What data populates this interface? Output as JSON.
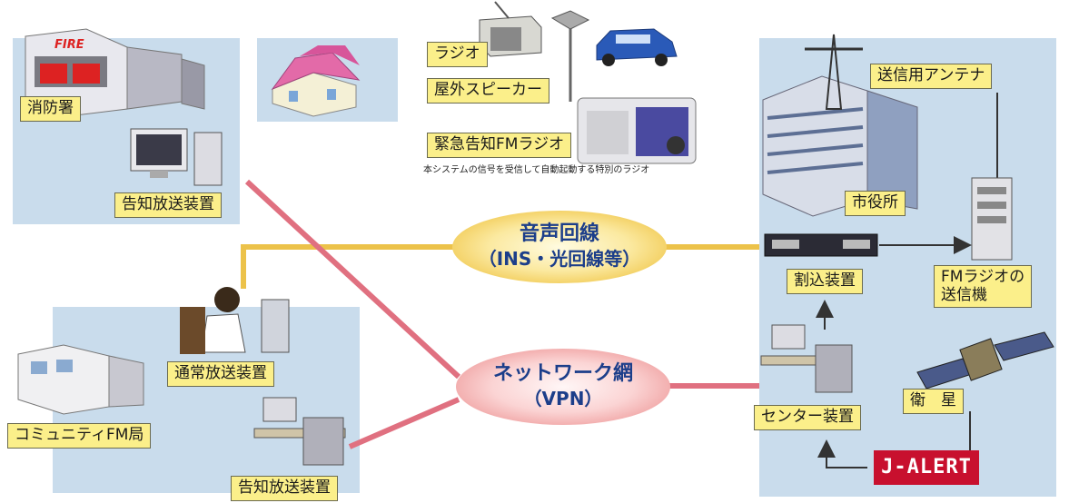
{
  "labels": {
    "fire_station": "消防署",
    "fire_station_announce": "告知放送装置",
    "radio": "ラジオ",
    "outdoor_speaker": "屋外スピーカー",
    "emergency_radio": "緊急告知FMラジオ",
    "emergency_radio_caption": "本システムの信号を受信して自動起動する特別のラジオ",
    "transmit_antenna": "送信用アンテナ",
    "city_hall": "市役所",
    "interrupt_device": "割込装置",
    "fm_transmitter_l1": "FMラジオの",
    "fm_transmitter_l2": "送信機",
    "center_device": "センター装置",
    "satellite": "衛　星",
    "j_alert": "J-ALERT",
    "normal_broadcast": "通常放送装置",
    "community_fm": "コミュニティFM局",
    "community_announce": "告知放送装置",
    "fire_sign": "FIRE"
  },
  "networks": {
    "voice_l1": "音声回線",
    "voice_l2": "（INS・光回線等）",
    "net_l1": "ネットワーク網",
    "net_l2": "（VPN）"
  },
  "colors": {
    "panel": "#c9dcec",
    "label_bg": "#fbef8a",
    "voice_line": "#ecc24a",
    "network_line": "#e07080",
    "j_alert": "#c8102e",
    "oval_text": "#1c3e8a"
  }
}
